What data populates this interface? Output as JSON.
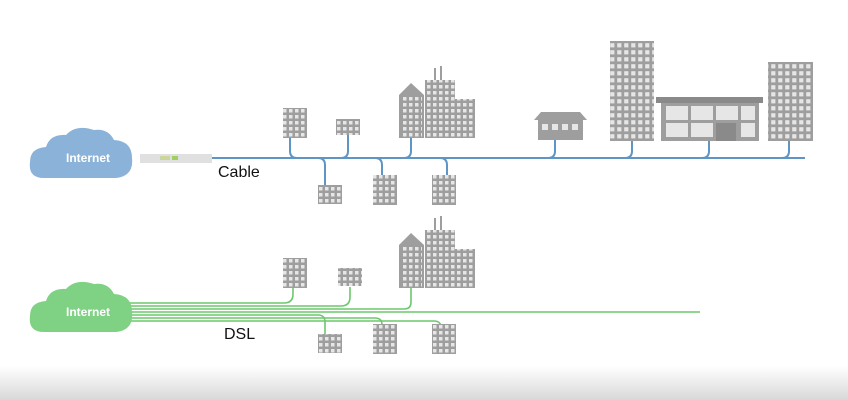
{
  "cable": {
    "cloud_label": "Internet",
    "network_label": "Cable",
    "cloud_color": "#8bb3da",
    "line_color": "#5e95c5"
  },
  "dsl": {
    "cloud_label": "Internet",
    "network_label": "DSL",
    "cloud_color": "#7fd283",
    "line_color": "#6cc86c"
  },
  "building_color": "#9e9e9e"
}
